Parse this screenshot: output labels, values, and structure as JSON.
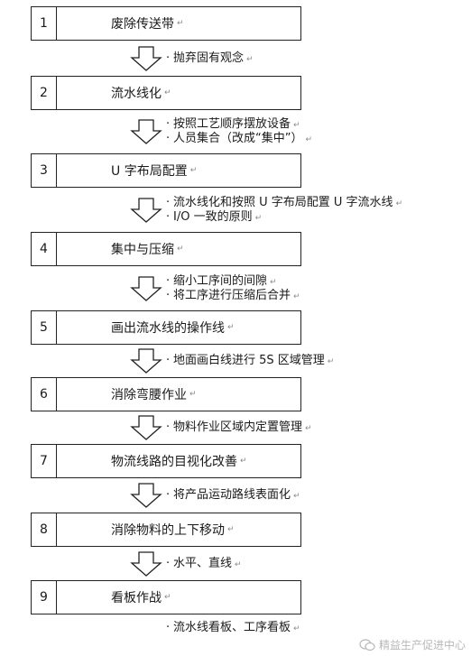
{
  "paragraph_mark": "↵",
  "steps": [
    {
      "num": "1",
      "title": "废除传送带",
      "notes": [
        "抛弃固有观念"
      ]
    },
    {
      "num": "2",
      "title": "流水线化",
      "notes": [
        "按照工艺顺序摆放设备",
        "人员集合（改成“集中”）"
      ]
    },
    {
      "num": "3",
      "title": "U 字布局配置",
      "notes": [
        "流水线化和按照 U 字布局配置 U 字流水线",
        "I/O 一致的原则"
      ]
    },
    {
      "num": "4",
      "title": "集中与压缩",
      "notes": [
        "缩小工序间的间隙",
        "将工序进行压缩后合并"
      ]
    },
    {
      "num": "5",
      "title": "画出流水线的操作线",
      "notes": [
        "地面画白线进行 5S 区域管理"
      ]
    },
    {
      "num": "6",
      "title": "消除弯腰作业",
      "notes": [
        "物料作业区域内定置管理"
      ]
    },
    {
      "num": "7",
      "title": "物流线路的目视化改善",
      "notes": [
        "将产品运动路线表面化"
      ]
    },
    {
      "num": "8",
      "title": "消除物料的上下移动",
      "notes": [
        "水平、直线"
      ]
    },
    {
      "num": "9",
      "title": "看板作战",
      "notes": [
        "流水线看板、工序看板"
      ]
    }
  ],
  "watermark": "精益生产促进中心",
  "colors": {
    "line": "#222222",
    "watermark": "#b8b8b8"
  }
}
